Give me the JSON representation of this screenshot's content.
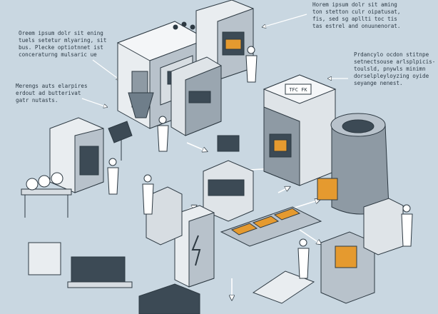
{
  "captions": {
    "top_left": [
      "Oreem ipsum dolr sit ening",
      "tuels setetur mlyaring, sit",
      "bus. Plecke optiotnnet ist",
      "conceraturng mulsaric ue"
    ],
    "mid_left": [
      "Merengs auts elarpires",
      "erdout ad butterivat",
      "gatr nutasts."
    ],
    "top_right": [
      "Horem ipsum dolr sit aming",
      "ton stetton culr oipatusat,",
      "fis, sed sg apllti toc tis",
      "tas estrel and onuunenorat."
    ],
    "mid_right": [
      "Prdancylo ocdon stitnpe",
      "setnectsouse arlsplpicis-",
      "toulsld, pnywls minimn",
      "dorselpleyloyzing oyide",
      "seyange nenest."
    ]
  },
  "machine_labels": {
    "oven_plate": "TFC FK"
  },
  "colors": {
    "background": "#c9d7e1",
    "machine_light": "#e9edf0",
    "machine_mid": "#b8c2cb",
    "machine_dark": "#6f7e8a",
    "accent_orange": "#e59a2f",
    "outline": "#2d3942"
  },
  "icons": [
    "lightning-bolt-icon",
    "gear-icon",
    "down-arrow-icon",
    "pointer-line-icon"
  ]
}
